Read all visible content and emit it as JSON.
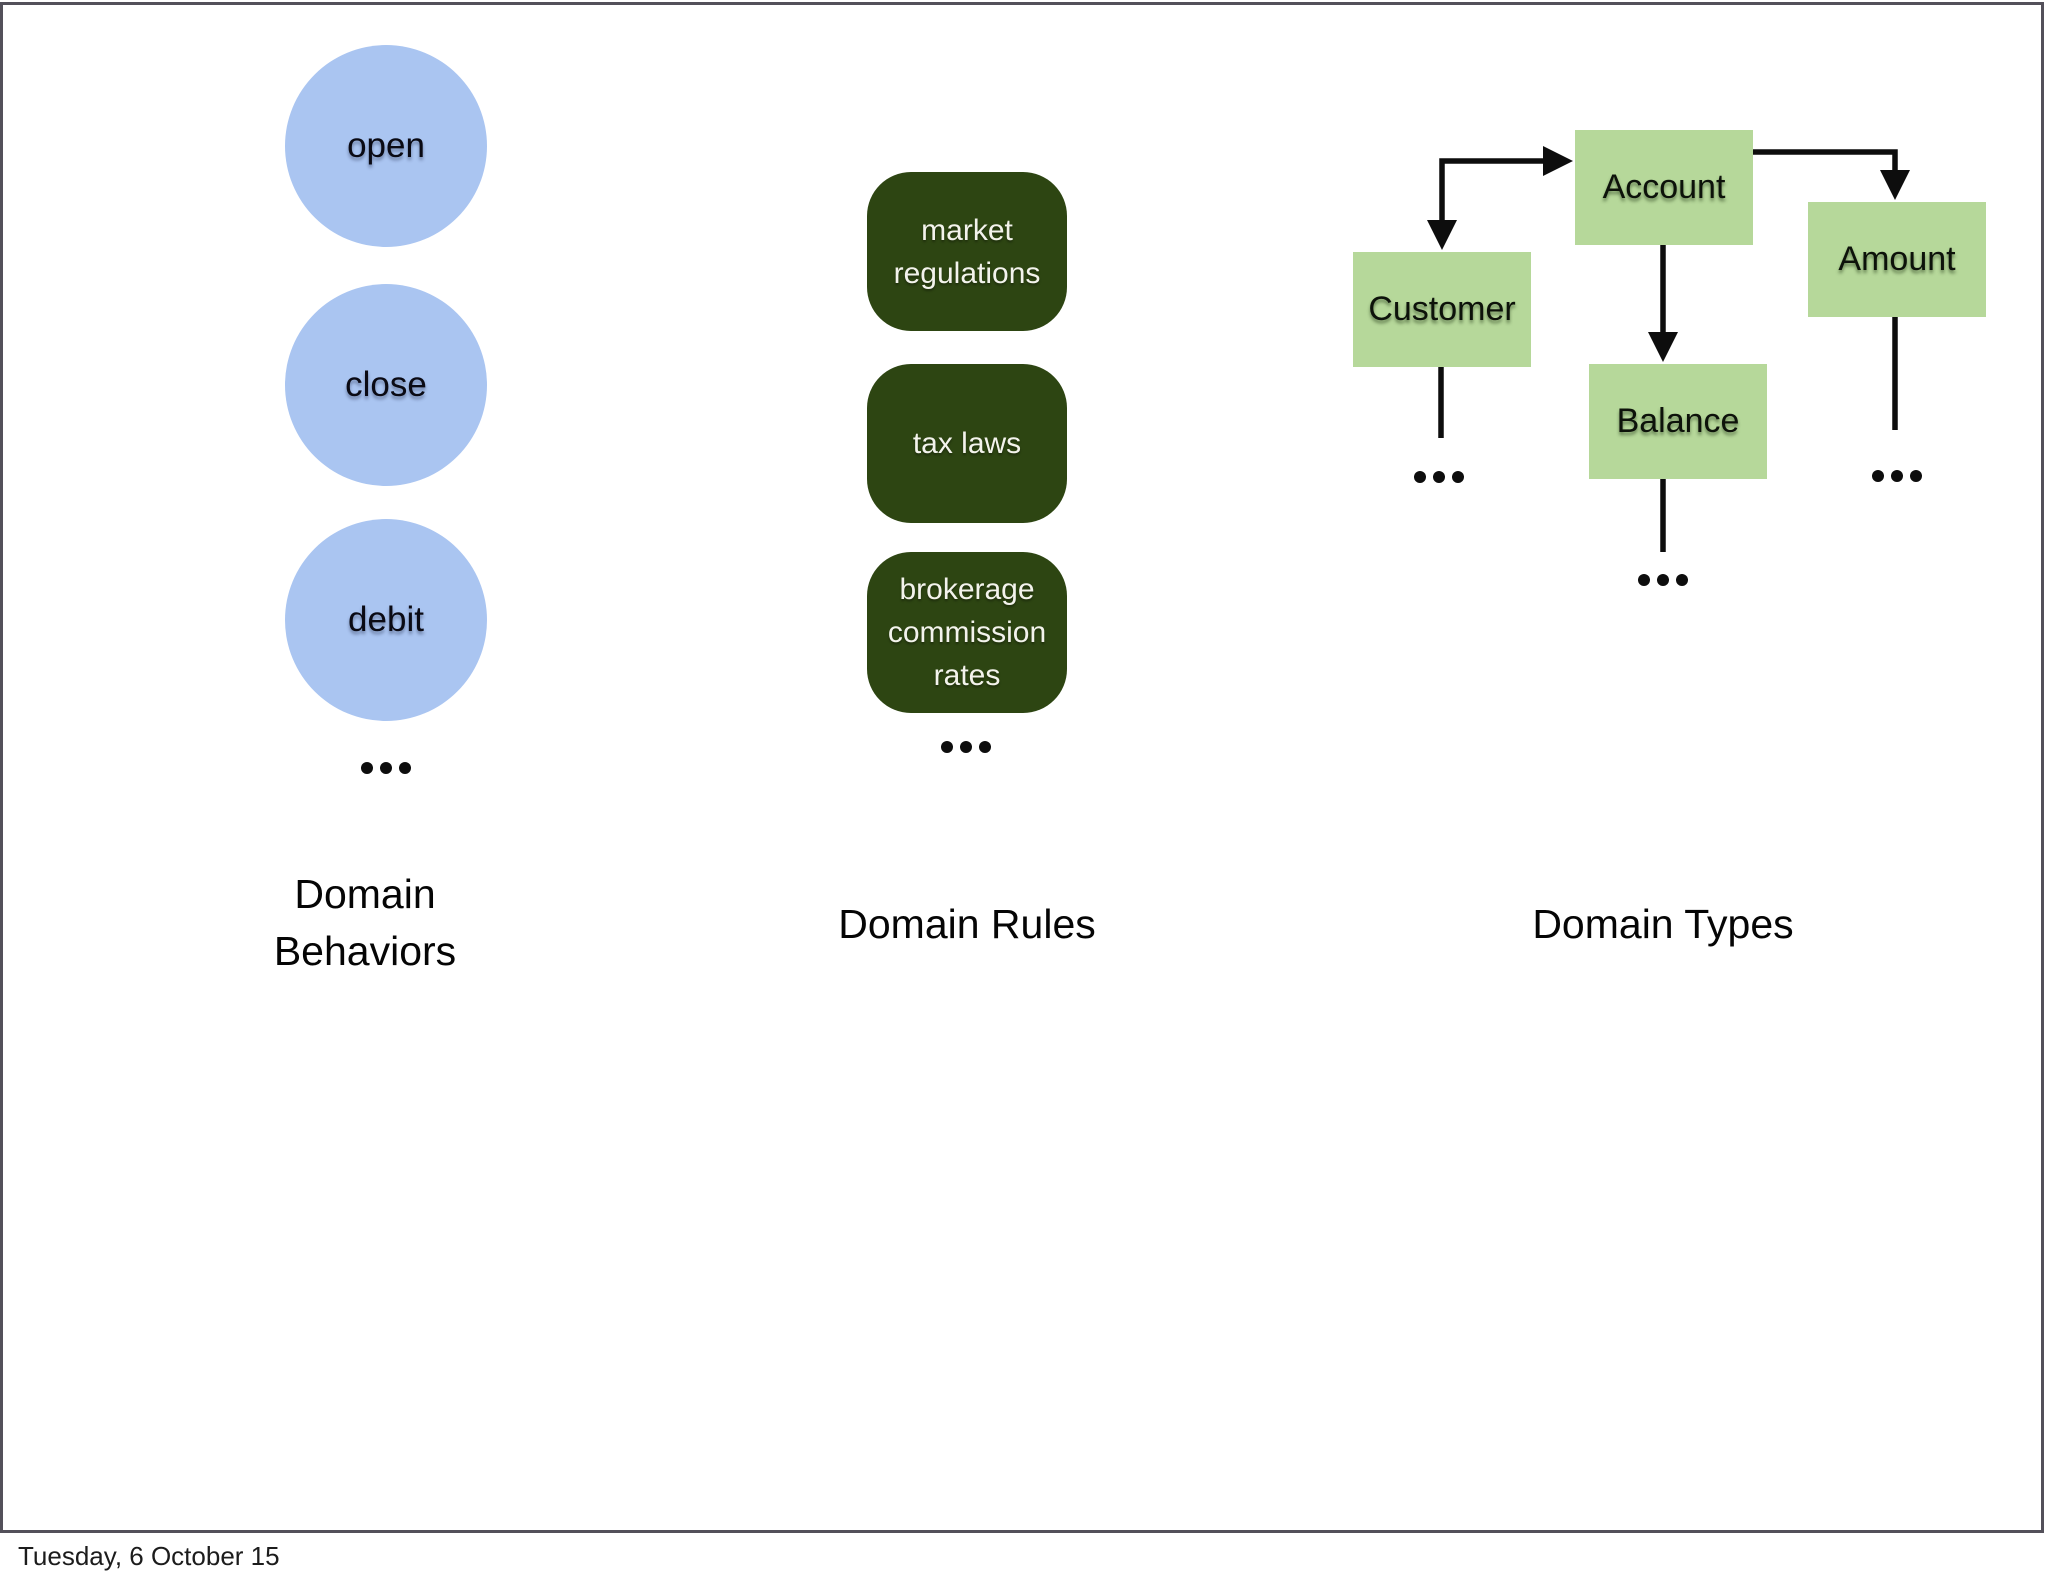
{
  "slide": {
    "footer_date": "Tuesday, 6 October 15"
  },
  "behaviors": {
    "title": "Domain Behaviors",
    "items": [
      "open",
      "close",
      "debit"
    ]
  },
  "rules": {
    "title": "Domain Rules",
    "items": [
      "market regulations",
      "tax laws",
      "brokerage commission rates"
    ]
  },
  "types": {
    "title": "Domain Types",
    "nodes": {
      "account": "Account",
      "customer": "Customer",
      "amount": "Amount",
      "balance": "Balance"
    }
  },
  "colors": {
    "behavior-fill": "#aac5f1",
    "rule-fill": "#2d4512",
    "rule-text": "#f3f3ec",
    "type-fill": "#b6d89a",
    "line-color": "#0d0d0d",
    "border-color": "#53505a",
    "text-color": "#0b0b0b"
  }
}
